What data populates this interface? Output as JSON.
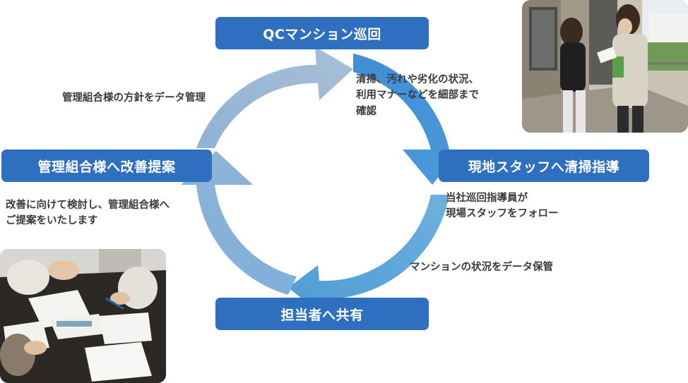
{
  "colors": {
    "node_bg": "#2e6fbf",
    "arc_top_left": "#9db7d4",
    "arc_right": "#4a9ad6",
    "arc_bottom_right": "#5ea6d8",
    "arc_left": "#86aed2"
  },
  "nodes": {
    "top": "QCマンション巡回",
    "right": "現地スタッフへ清掃指導",
    "bottom": "担当者へ共有",
    "left": "管理組合様へ改善提案"
  },
  "notes": {
    "top_right": [
      "清掃、汚れや劣化の状況、",
      "利用マナーなどを細部まで",
      "確認"
    ],
    "right": [
      "当社巡回指導員が",
      "現場スタッフをフォロー"
    ],
    "bottom_right": [
      "マンションの状況をデータ保管"
    ],
    "left": [
      "改善に向けて検討し、管理組合様へ",
      "ご提案をいたします"
    ],
    "top_left": [
      "管理組合様の方針をデータ管理"
    ]
  },
  "photos": {
    "top_right": "building-inspection-photo",
    "bottom_left": "meeting-photo"
  }
}
